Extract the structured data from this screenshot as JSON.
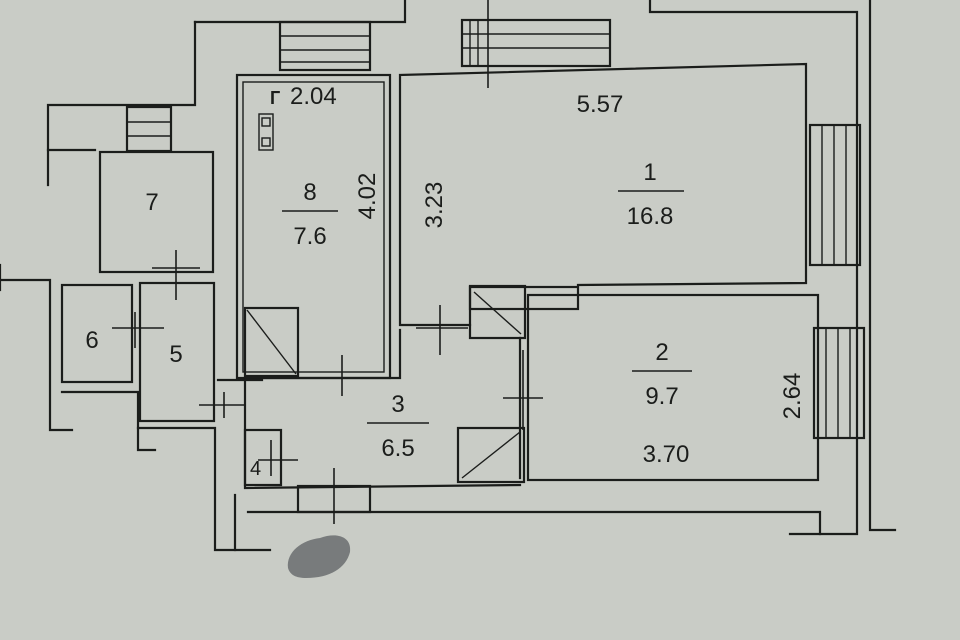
{
  "room_1": {
    "number": "1",
    "area": "16.8"
  },
  "room_2": {
    "number": "2",
    "area": "9.7"
  },
  "room_3": {
    "number": "3",
    "area": "6.5"
  },
  "room_4": {
    "number": "4"
  },
  "room_5": {
    "number": "5"
  },
  "room_6": {
    "number": "6"
  },
  "room_7": {
    "number": "7"
  },
  "room_8": {
    "number": "8",
    "area": "7.6"
  },
  "dimensions": {
    "room_1_width": "5.57",
    "room_1_depth": "3.23",
    "room_2_width": "3.70",
    "room_2_depth": "2.64",
    "room_8_width": "2.04",
    "room_8_depth": "4.02"
  },
  "gas_marker": "Г",
  "colors": {
    "paper": "#c9ccc6",
    "ink": "#1b1d1b",
    "smudge": "#6f7273"
  }
}
